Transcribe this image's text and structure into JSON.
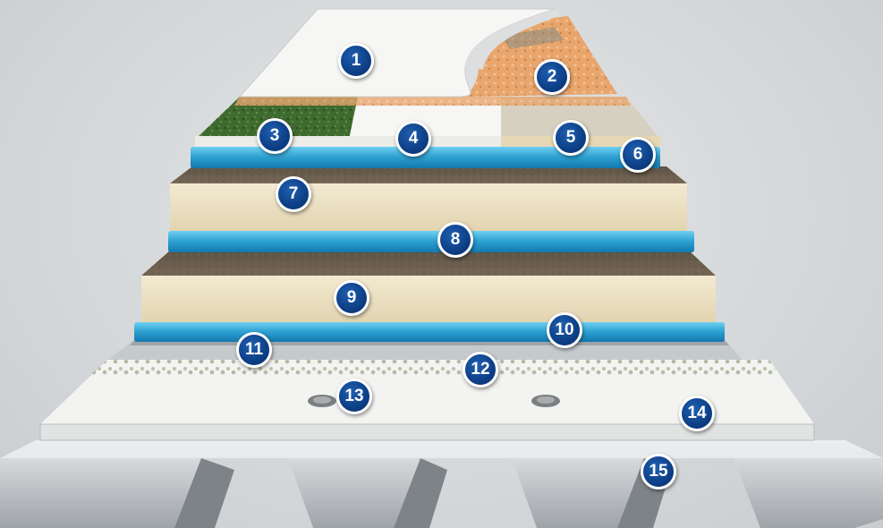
{
  "callouts": [
    {
      "id": "1",
      "label": "1"
    },
    {
      "id": "2",
      "label": "2"
    },
    {
      "id": "3",
      "label": "3"
    },
    {
      "id": "4",
      "label": "4"
    },
    {
      "id": "5",
      "label": "5"
    },
    {
      "id": "6",
      "label": "6"
    },
    {
      "id": "7",
      "label": "7"
    },
    {
      "id": "8",
      "label": "8"
    },
    {
      "id": "9",
      "label": "9"
    },
    {
      "id": "10",
      "label": "10"
    },
    {
      "id": "11",
      "label": "11"
    },
    {
      "id": "12",
      "label": "12"
    },
    {
      "id": "13",
      "label": "13"
    },
    {
      "id": "14",
      "label": "14"
    },
    {
      "id": "15",
      "label": "15"
    }
  ],
  "colors": {
    "callout_fill": "#0d3f86",
    "callout_border": "#ffffff",
    "membrane": "#f4f4f2",
    "adhesive_orange": "#f0a060",
    "granule_green": "#3f6b30",
    "insulation_blue": "#2a9fd0",
    "board_top": "#6a5d4c",
    "board_face": "#ece1c4",
    "steel_deck": "#b9bdc1"
  }
}
